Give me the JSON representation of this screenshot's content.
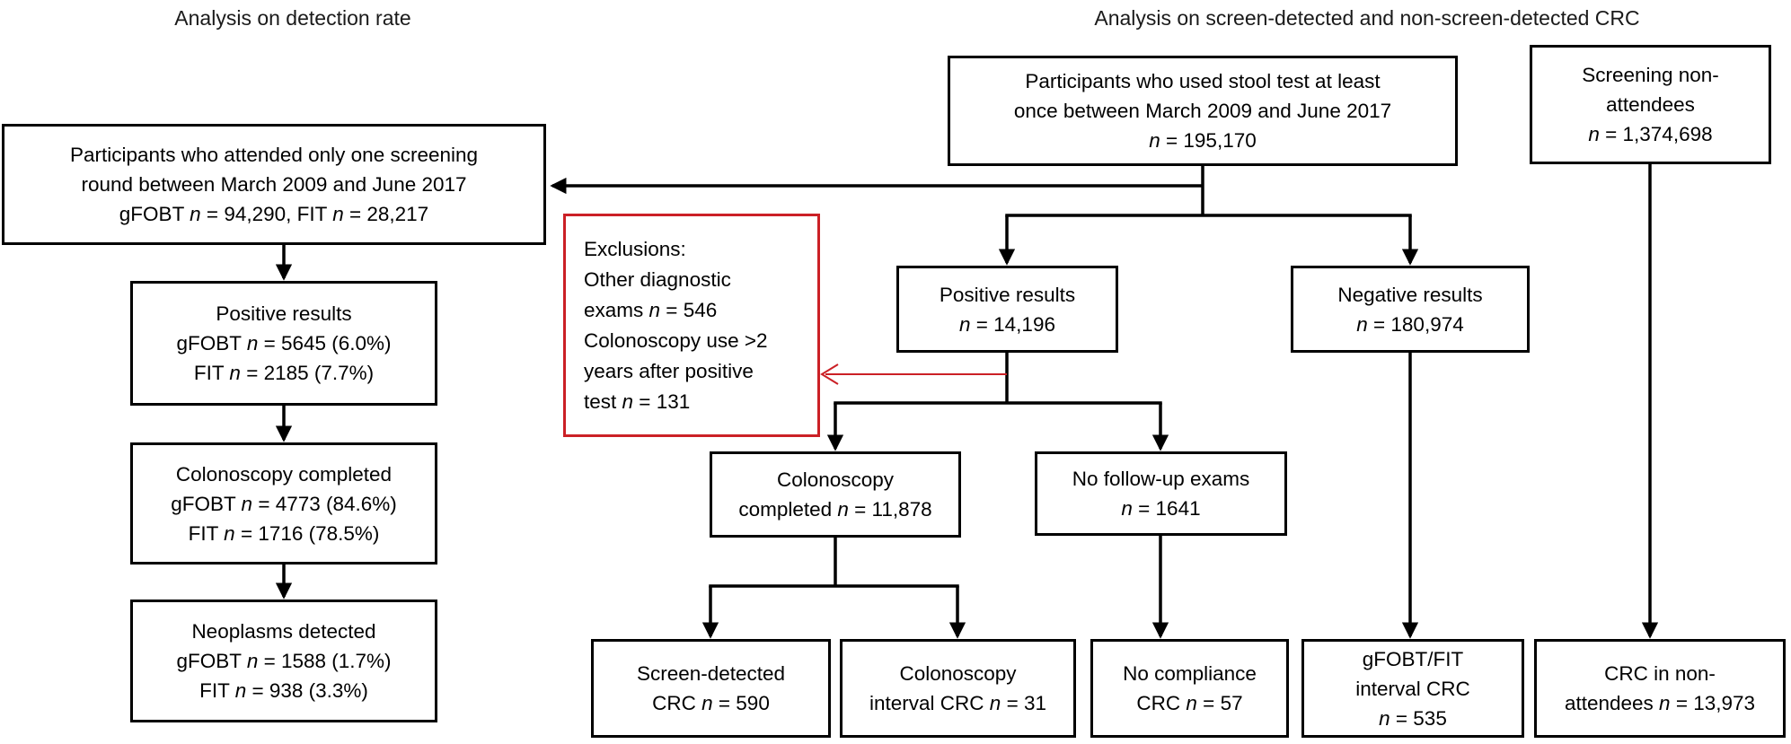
{
  "titles": {
    "left": "Analysis on detection rate",
    "right": "Analysis on screen-detected and non-screen-detected CRC"
  },
  "colors": {
    "line": "#000000",
    "exclusion_red": "#cb2026",
    "box_background": "#ffffff"
  },
  "boxes": {
    "attended_one_round": {
      "lines": [
        "Participants who attended only one screening",
        "round between March 2009 and June 2017",
        "gFOBT n = 94,290, FIT n = 28,217"
      ]
    },
    "positive_results_detection": {
      "lines": [
        "Positive results",
        "gFOBT n = 5645 (6.0%)",
        "FIT n = 2185 (7.7%)"
      ]
    },
    "colonoscopy_completed_detection": {
      "lines": [
        "Colonoscopy completed",
        "gFOBT n = 4773 (84.6%)",
        "FIT n = 1716 (78.5%)"
      ]
    },
    "neoplasms_detected": {
      "lines": [
        "Neoplasms detected",
        "gFOBT n = 1588 (1.7%)",
        "FIT n = 938 (3.3%)"
      ]
    },
    "stool_test_participants": {
      "lines": [
        "Participants who used stool test at least",
        "once between March 2009 and June 2017",
        "n = 195,170"
      ]
    },
    "screening_non_attendees": {
      "lines": [
        "Screening non-",
        "attendees",
        "n = 1,374,698"
      ]
    },
    "exclusions": {
      "lines": [
        "Exclusions:",
        "Other diagnostic",
        "exams n = 546",
        "Colonoscopy use >2",
        "years after positive",
        "test n = 131"
      ]
    },
    "positive_results": {
      "lines": [
        "Positive results",
        "n = 14,196"
      ]
    },
    "negative_results": {
      "lines": [
        "Negative results",
        "n = 180,974"
      ]
    },
    "colonoscopy_completed": {
      "lines": [
        "Colonoscopy",
        "completed n = 11,878"
      ]
    },
    "no_followup_exams": {
      "lines": [
        "No follow-up exams",
        "n = 1641"
      ]
    },
    "screen_detected_crc": {
      "lines": [
        "Screen-detected",
        "CRC n = 590"
      ]
    },
    "colonoscopy_interval_crc": {
      "lines": [
        "Colonoscopy",
        "interval CRC n = 31"
      ]
    },
    "no_compliance_crc": {
      "lines": [
        "No compliance",
        "CRC n = 57"
      ]
    },
    "gfobt_fit_interval_crc": {
      "lines": [
        "gFOBT/FIT",
        "interval CRC",
        "n = 535"
      ]
    },
    "crc_in_non_attendees": {
      "lines": [
        "CRC in non-",
        "attendees n = 13,973"
      ]
    }
  }
}
